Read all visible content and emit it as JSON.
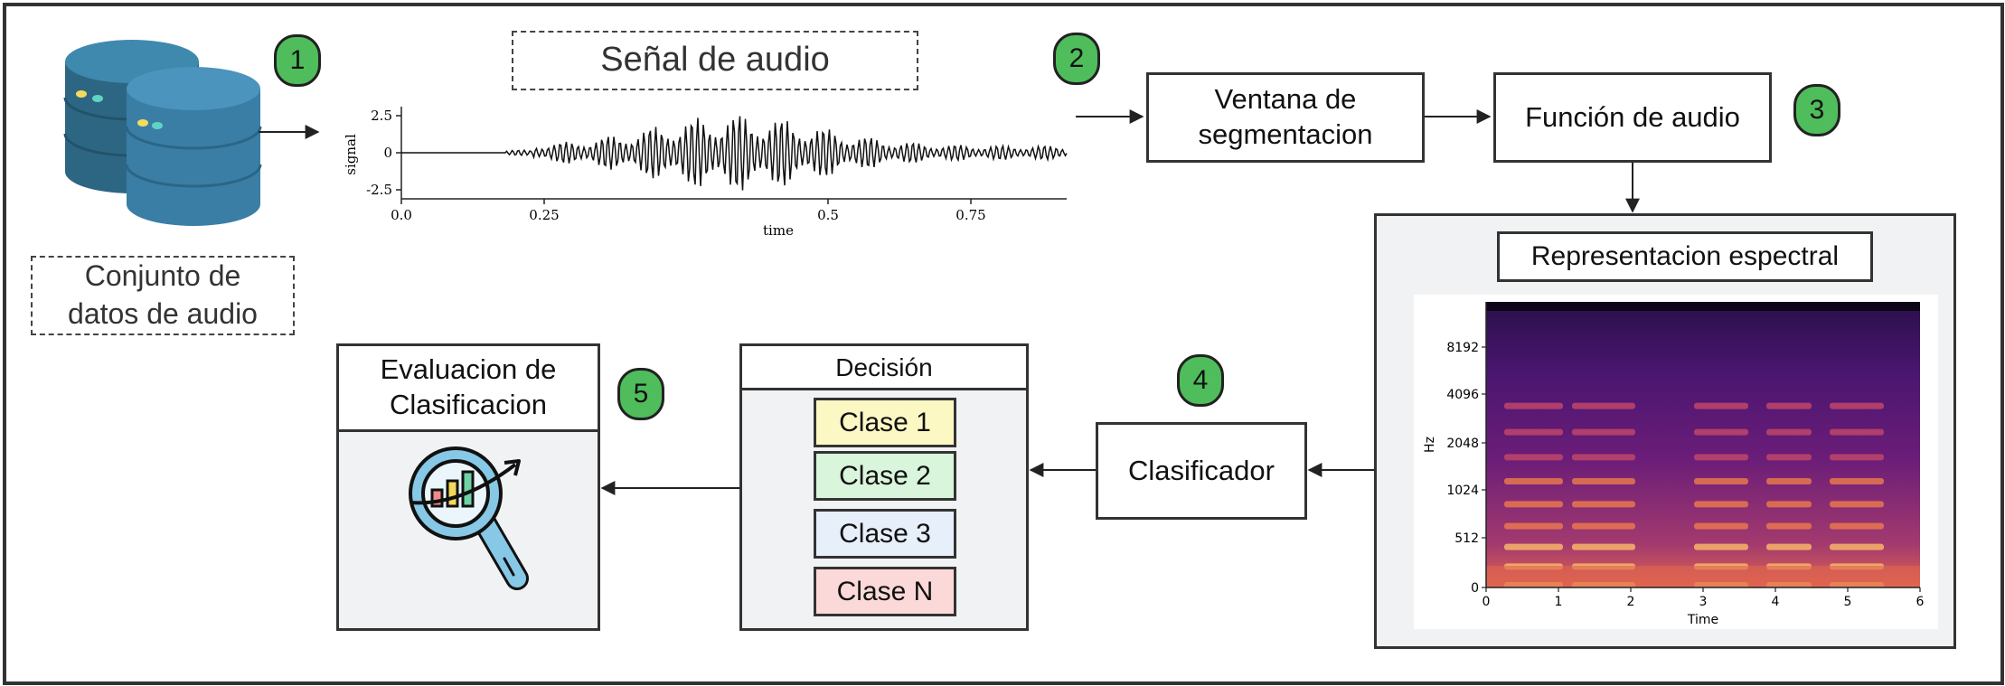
{
  "badges": [
    "1",
    "2",
    "3",
    "4",
    "5"
  ],
  "dataset": {
    "label": "Conjunto de datos de audio",
    "icon": "database-icon"
  },
  "signal": {
    "title": "Señal de audio",
    "ylabel": "signal",
    "xlabel": "time",
    "yticks": [
      "2.5",
      "0",
      "-2.5"
    ],
    "xticks": [
      "0.0",
      "0.25",
      "0.5",
      "0.75"
    ]
  },
  "segmentation": {
    "label": "Ventana de segmentacion"
  },
  "audio_feature": {
    "label": "Función de audio"
  },
  "spectral": {
    "title": "Representacion espectral",
    "ylabel": "Hz",
    "xlabel": "Time",
    "yticks": [
      "8192",
      "4096",
      "2048",
      "1024",
      "512",
      "0"
    ],
    "xticks": [
      "0",
      "1",
      "2",
      "3",
      "4",
      "5",
      "6"
    ]
  },
  "classifier": {
    "label": "Clasificador"
  },
  "decision": {
    "title": "Decisión",
    "classes": [
      {
        "label": "Clase 1",
        "color": "#fbf8c4"
      },
      {
        "label": "Clase 2",
        "color": "#d9f5dc"
      },
      {
        "label": "Clase 3",
        "color": "#e7effb"
      },
      {
        "label": "Clase N",
        "color": "#fbd9d8"
      }
    ]
  },
  "evaluation": {
    "title": "Evaluacion de Clasificacion",
    "icon": "magnifier-chart-icon"
  },
  "colors": {
    "badge": "#4fbd5b",
    "panel": "#f1f2f4",
    "database": "#3a7ea6"
  }
}
